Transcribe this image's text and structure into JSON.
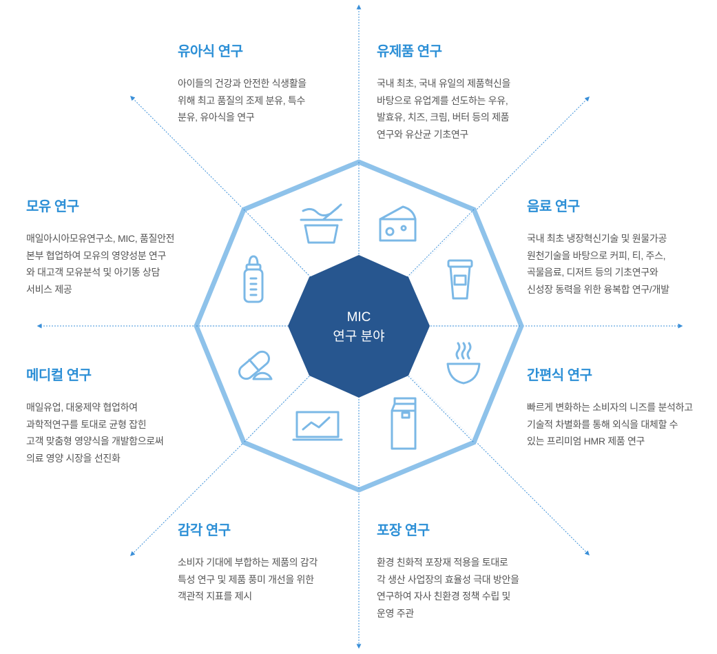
{
  "center": {
    "line1": "MIC",
    "line2": "연구 분야"
  },
  "colors": {
    "heading": "#2c8fd6",
    "body": "#555555",
    "outer_octagon": "#8ec2ea",
    "inner_octagon": "#27568f",
    "icon": "#7bb8e6",
    "axis": "#3a8fd8"
  },
  "sections": {
    "yuasik": {
      "title": "유아식 연구",
      "lines": [
        "아이들의 건강과 안전한 식생활을",
        "위해 최고 품질의 조제 분유, 특수",
        "분유, 유아식을 연구"
      ],
      "icon": "formula-bowl-icon"
    },
    "yujepum": {
      "title": "유제품 연구",
      "lines": [
        "국내 최초, 국내 유일의 제품혁신을",
        "바탕으로 유업계를 선도하는 우유,",
        "발효유, 치즈, 크림, 버터 등의 제품",
        "연구와 유산균 기초연구"
      ],
      "icon": "cheese-icon"
    },
    "mou": {
      "title": "모유 연구",
      "lines": [
        "매일아시아모유연구소, MIC, 품질안전",
        "본부 협업하여 모유의 영양성분 연구",
        "와 대고객 모유분석 및 아기똥 상담",
        "서비스 제공"
      ],
      "icon": "baby-bottle-icon"
    },
    "eumryo": {
      "title": "음료 연구",
      "lines": [
        "국내 최초 냉장혁신기술 및 원물가공",
        "원천기술을 바탕으로 커피, 티, 주스,",
        "곡물음료, 디저트 등의 기초연구와",
        "신성장 동력을 위한 융복합 연구/개발"
      ],
      "icon": "cup-icon"
    },
    "medical": {
      "title": "메디컬 연구",
      "lines": [
        "매일유업, 대웅제약 협업하여",
        "과학적연구를 토대로 균형 잡힌",
        "고객 맞춤형 영양식을 개발함으로써",
        "의료 영양 시장을 선진화"
      ],
      "icon": "pill-icon"
    },
    "ganpyeon": {
      "title": "간편식 연구",
      "lines": [
        "빠르게 변화하는 소비자의 니즈를 분석하고",
        "기술적 차별화를 통해 외식을 대체할 수",
        "있는 프리미엄 HMR 제품 연구"
      ],
      "icon": "hot-bowl-icon"
    },
    "gamgak": {
      "title": "감각 연구",
      "lines": [
        "소비자 기대에 부합하는 제품의 감각",
        "특성 연구 및 제품 풍미 개선을 위한",
        "객관적 지표를 제시"
      ],
      "icon": "laptop-chart-icon"
    },
    "pojang": {
      "title": "포장 연구",
      "lines": [
        "환경 친화적 포장재 적용을 토대로",
        "각 생산 사업장의 효율성 극대 방안을",
        "연구하여 자사 친환경 정책 수립 및",
        "운영 주관"
      ],
      "icon": "milk-carton-icon"
    }
  }
}
